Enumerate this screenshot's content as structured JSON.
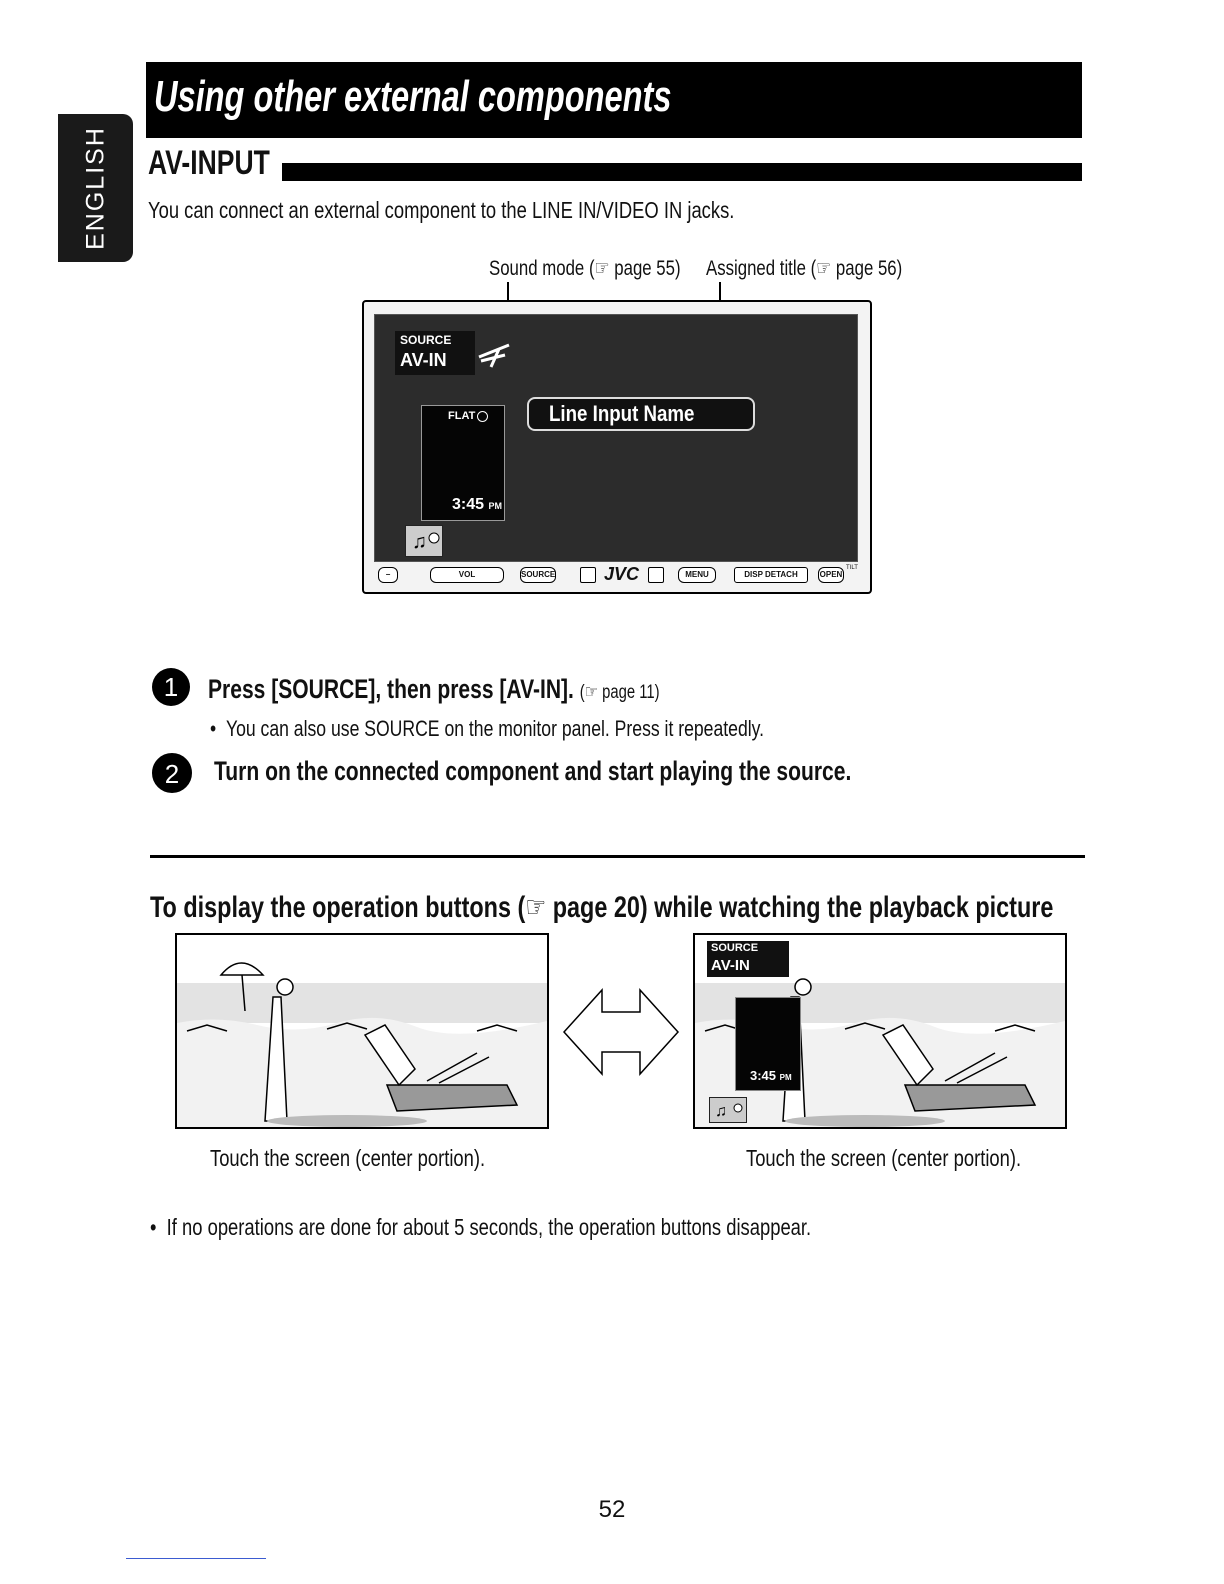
{
  "side_tab": {
    "label": "ENGLISH"
  },
  "title": "Using other external components",
  "section": {
    "heading": "AV-INPUT",
    "intro": "You can connect an external component to the LINE IN/VIDEO IN jacks."
  },
  "callouts": {
    "sound_mode": "Sound mode (☞ page 55)",
    "assigned_title": "Assigned title (☞ page 56)"
  },
  "monitor": {
    "source_label": "SOURCE",
    "source_value": "AV-IN",
    "sound_mode": "FLAT",
    "time": "3:45",
    "time_suffix": "PM",
    "line_input_name": "Line Input Name",
    "brand": "JVC",
    "buttons": {
      "vol": "VOL",
      "source": "SOURCE",
      "menu": "MENU",
      "disp": "DISP",
      "detach": "DETACH",
      "open": "OPEN",
      "tilt": "TILT"
    }
  },
  "steps": [
    {
      "number": "1",
      "text": "Press [SOURCE], then press [AV-IN].",
      "ref": "(☞ page 11)",
      "note": "You can also use SOURCE on the monitor panel. Press it repeatedly."
    },
    {
      "number": "2",
      "text": "Turn on the connected component and start playing the source."
    }
  ],
  "operation": {
    "heading": "To display the operation buttons (☞ page 20) while watching the playback picture",
    "left_caption": "Touch the screen (center portion).",
    "right_caption": "Touch the screen (center portion).",
    "overlay_source_label": "SOURCE",
    "overlay_source_value": "AV-IN",
    "overlay_time": "3:45",
    "overlay_time_suffix": "PM"
  },
  "footnote": "If no operations are done for about 5 seconds, the operation buttons disappear.",
  "page_number": "52"
}
